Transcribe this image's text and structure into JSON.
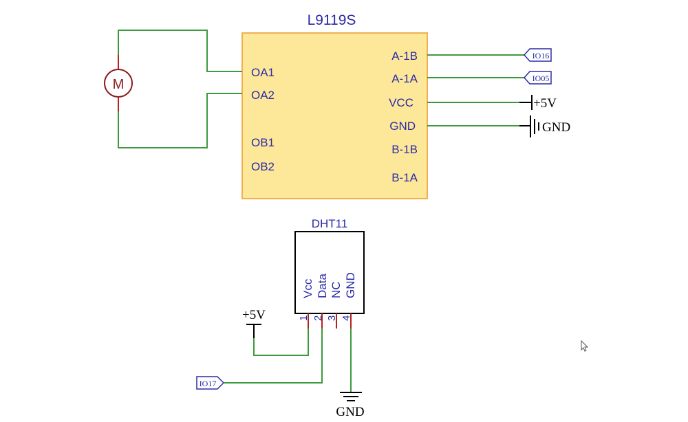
{
  "l9119s": {
    "title": "L9119S",
    "left_pins": [
      "OA1",
      "OA2",
      "OB1",
      "OB2"
    ],
    "right_pins": [
      "A-1B",
      "A-1A",
      "VCC",
      "GND",
      "B-1B",
      "B-1A"
    ],
    "fill_color": "#fde89a",
    "border_color": "#f0b050"
  },
  "motor": {
    "label": "M"
  },
  "ports": {
    "io16": "IO16",
    "io05": "IO05",
    "io17": "IO17"
  },
  "power": {
    "vcc_right": "+5V",
    "gnd_right": "GND",
    "vcc_dht": "+5V",
    "gnd_dht": "GND"
  },
  "dht11": {
    "title": "DHT11",
    "pin_names": [
      "Vcc",
      "Data",
      "NC",
      "GND"
    ],
    "pin_numbers": [
      "1",
      "2",
      "3",
      "4"
    ]
  },
  "colors": {
    "wire": "#3c9a3c",
    "pin": "#b22222",
    "label": "#2a2aa6"
  }
}
